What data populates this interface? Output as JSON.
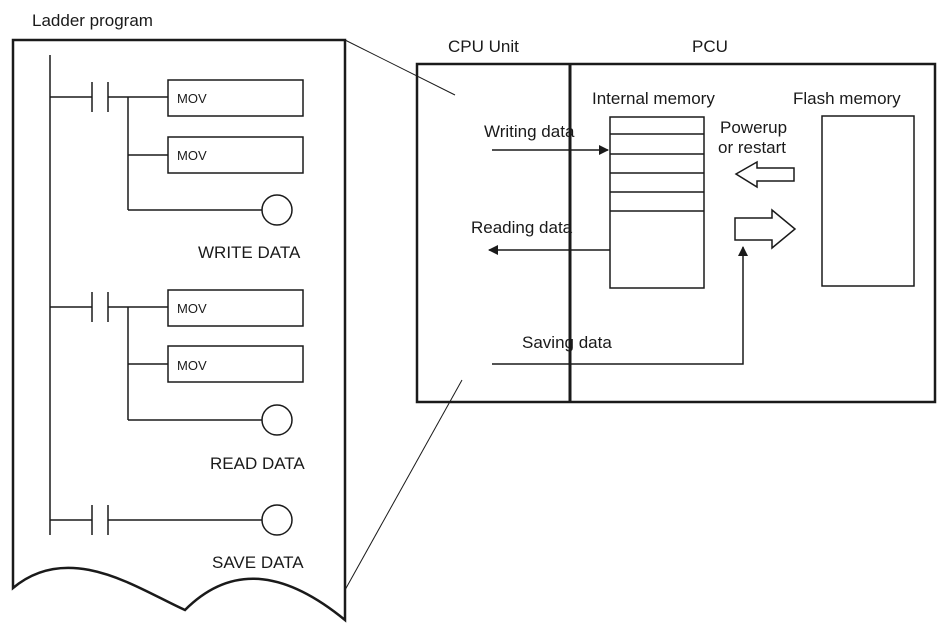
{
  "ladder": {
    "title": "Ladder program",
    "instructions": [
      "MOV",
      "MOV",
      "MOV",
      "MOV"
    ],
    "coils": [
      "WRITE DATA",
      "READ DATA",
      "SAVE DATA"
    ]
  },
  "units": {
    "cpu": "CPU Unit",
    "pcu": "PCU"
  },
  "memory": {
    "internal": "Internal memory",
    "flash": "Flash memory"
  },
  "flows": {
    "writing": "Writing data",
    "reading": "Reading data",
    "saving": "Saving data",
    "powerup_line1": "Powerup",
    "powerup_line2": "or restart"
  }
}
